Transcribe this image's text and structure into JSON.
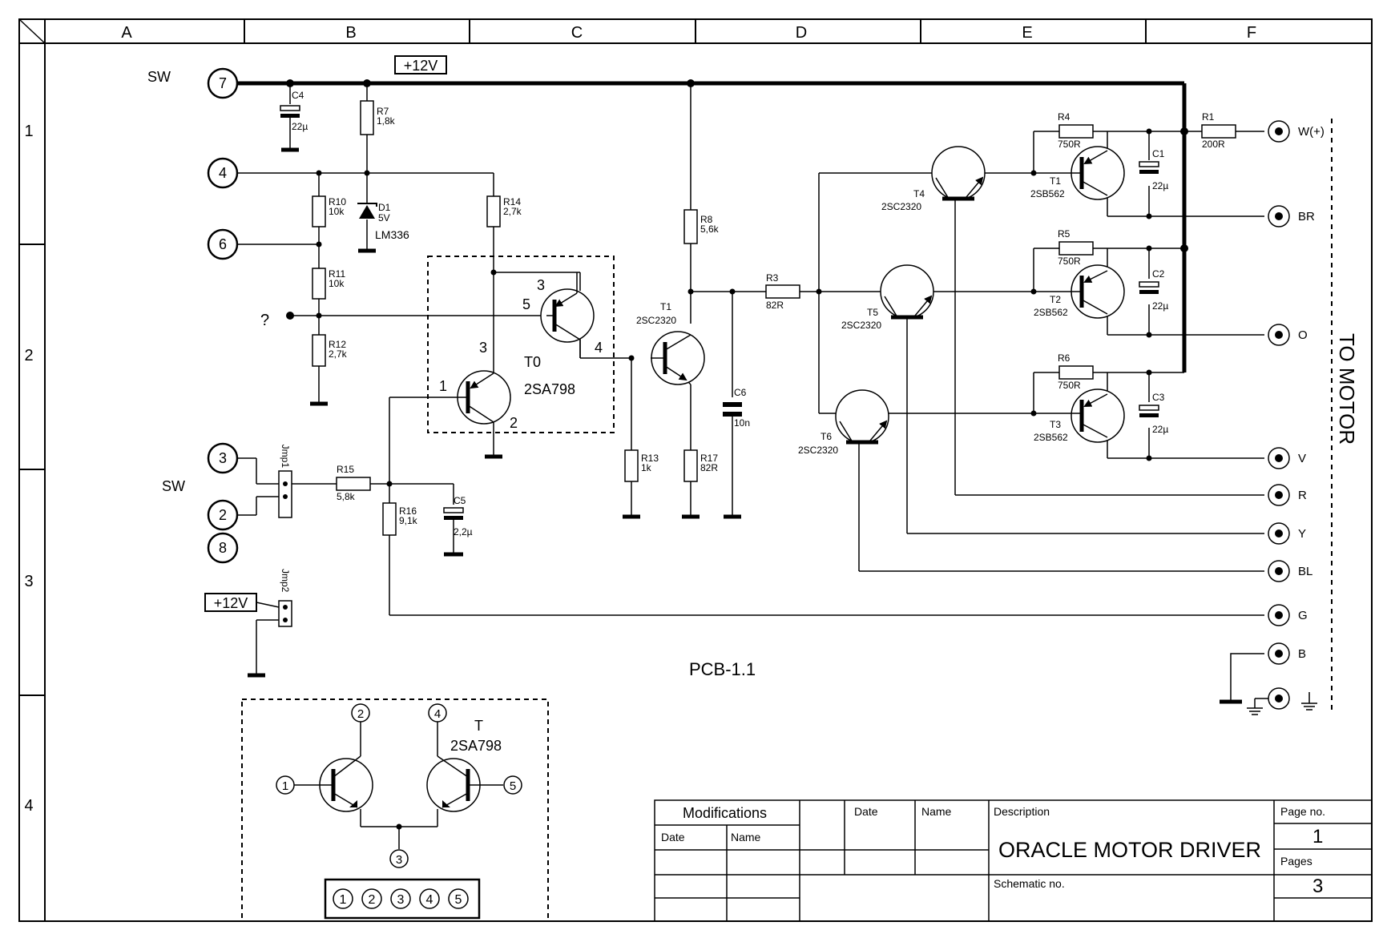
{
  "frame": {
    "cols": [
      "A",
      "B",
      "C",
      "D",
      "E",
      "F"
    ],
    "rows": [
      "1",
      "2",
      "3",
      "4"
    ]
  },
  "supply": {
    "label_top": "+12V",
    "label_left": "+12V",
    "sw_top": "SW",
    "sw_mid": "SW",
    "question": "?"
  },
  "pins": {
    "p7": "7",
    "p4": "4",
    "p6": "6",
    "p3": "3",
    "p2": "2",
    "p8": "8"
  },
  "components": {
    "C4": {
      "name": "C4",
      "value": "22µ"
    },
    "R7": {
      "name": "R7",
      "value": "1,8k"
    },
    "D1": {
      "name": "D1",
      "value": "5V",
      "part": "LM336"
    },
    "R10": {
      "name": "R10",
      "value": "10k"
    },
    "R11": {
      "name": "R11",
      "value": "10k"
    },
    "R12": {
      "name": "R12",
      "value": "2,7k"
    },
    "R14": {
      "name": "R14",
      "value": "2,7k"
    },
    "R8": {
      "name": "R8",
      "value": "5,6k"
    },
    "R3": {
      "name": "R3",
      "value": "82R"
    },
    "R13": {
      "name": "R13",
      "value": "1k"
    },
    "R17": {
      "name": "R17",
      "value": "82R"
    },
    "C6": {
      "name": "C6",
      "value": "10n"
    },
    "R15": {
      "name": "R15",
      "value": "5,8k"
    },
    "R16": {
      "name": "R16",
      "value": "9,1k"
    },
    "C5": {
      "name": "C5",
      "value": "2,2µ"
    },
    "R4": {
      "name": "R4",
      "value": "750R"
    },
    "R5": {
      "name": "R5",
      "value": "750R"
    },
    "R6": {
      "name": "R6",
      "value": "750R"
    },
    "R1": {
      "name": "R1",
      "value": "200R"
    },
    "C1": {
      "name": "C1",
      "value": "22µ"
    },
    "C2": {
      "name": "C2",
      "value": "22µ"
    },
    "C3": {
      "name": "C3",
      "value": "22µ"
    },
    "Jmp1": {
      "name": "Jmp1"
    },
    "Jmp2": {
      "name": "Jmp2"
    }
  },
  "transistors": {
    "T0": {
      "name": "T0",
      "part": "2SA798",
      "pin1": "1",
      "pin2": "2",
      "pin3a": "3",
      "pin3b": "3",
      "pin4": "4",
      "pin5": "5"
    },
    "T1": {
      "name": "T1",
      "part": "2SC2320"
    },
    "T4": {
      "name": "T4",
      "part": "2SC2320"
    },
    "T5": {
      "name": "T5",
      "part": "2SC2320"
    },
    "T6": {
      "name": "T6",
      "part": "2SC2320"
    },
    "TT1": {
      "name": "T1",
      "part": "2SB562"
    },
    "TT2": {
      "name": "T2",
      "part": "2SB562"
    },
    "TT3": {
      "name": "T3",
      "part": "2SB562"
    }
  },
  "outputs": [
    "W(+)",
    "BR",
    "O",
    "V",
    "R",
    "Y",
    "BL",
    "G",
    "B"
  ],
  "to_motor": "TO MOTOR",
  "pcb_label": "PCB-1.1",
  "inset": {
    "title": "T",
    "part": "2SA798",
    "pins": [
      "1",
      "2",
      "3",
      "4",
      "5"
    ],
    "strip": [
      "1",
      "2",
      "3",
      "4",
      "5"
    ]
  },
  "title_block": {
    "modifications": "Modifications",
    "date": "Date",
    "name": "Name",
    "date2": "Date",
    "name2": "Name",
    "description": "Description",
    "title": "ORACLE MOTOR DRIVER",
    "schematic_no": "Schematic no.",
    "page_no": "Page no.",
    "page_val": "1",
    "pages": "Pages",
    "pages_val": "3"
  }
}
